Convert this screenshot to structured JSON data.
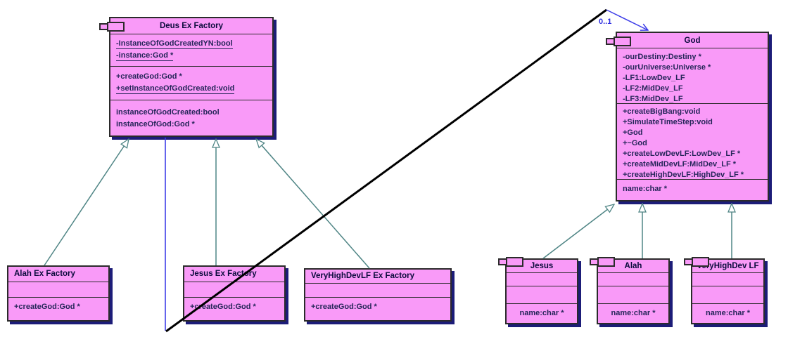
{
  "diagram": {
    "type": "uml-class-diagram",
    "colors": {
      "box_fill": "#f99af8",
      "box_border": "#2b2b2b",
      "box_shadow": "#1c1c78",
      "title_text": "#0a0a3c",
      "member_text": "#26265a",
      "generalization_line": "#4f8585",
      "association_blue": "#3d3de8",
      "association_black": "#000000",
      "background": "#ffffff"
    },
    "icons": {
      "class_decoration": "uml-class-icon"
    },
    "labels": {
      "multiplicity": "0..1"
    },
    "classes": {
      "deus_ex_factory": {
        "title": "Deus Ex Factory",
        "attributes": [
          "-InstanceOfGodCreatedYN:bool",
          "-instance:God *"
        ],
        "methods": [
          "+createGod:God *",
          "+setInstanceOfGodCreated:void"
        ],
        "extras": [
          "instanceOfGodCreated:bool",
          "instanceOfGod:God *"
        ]
      },
      "god": {
        "title": "God",
        "attributes": [
          "-ourDestiny:Destiny *",
          "-ourUniverse:Universe *",
          "-LF1:LowDev_LF",
          "-LF2:MidDev_LF",
          "-LF3:MidDev_LF"
        ],
        "methods": [
          "+createBigBang:void",
          "+SimulateTimeStep:void",
          "+God",
          "+~God",
          "+createLowDevLF:LowDev_LF *",
          "+createMidDevLF:MidDev_LF *",
          "+createHighDevLF:HighDev_LF *"
        ],
        "extras": [
          "name:char *"
        ]
      },
      "alah_factory": {
        "title": "Alah Ex Factory",
        "methods": [
          "+createGod:God *"
        ]
      },
      "jesus_factory": {
        "title": "Jesus Ex Factory",
        "methods": [
          "+createGod:God *"
        ]
      },
      "vhd_factory": {
        "title": "VeryHighDevLF Ex Factory",
        "methods": [
          "+createGod:God *"
        ]
      },
      "jesus": {
        "title": "Jesus",
        "extras": [
          "name:char *"
        ]
      },
      "alah": {
        "title": "Alah",
        "extras": [
          "name:char *"
        ]
      },
      "vhd_lf": {
        "title": "VeryHighDev LF",
        "extras": [
          "name:char *"
        ]
      }
    }
  }
}
